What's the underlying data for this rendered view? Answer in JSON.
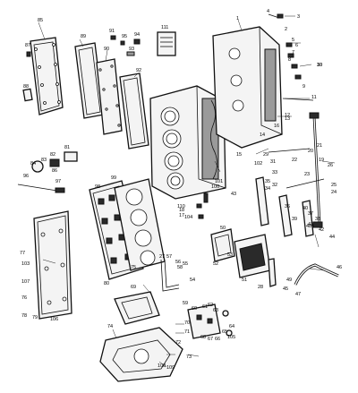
{
  "diagram": {
    "callouts": [
      {
        "id": "c1",
        "text": "1"
      },
      {
        "id": "c2",
        "text": "2"
      },
      {
        "id": "c3",
        "text": "3"
      },
      {
        "id": "c4",
        "text": "4"
      },
      {
        "id": "c5",
        "text": "5"
      },
      {
        "id": "c6",
        "text": "6"
      },
      {
        "id": "c7",
        "text": "7"
      },
      {
        "id": "c8",
        "text": "8"
      },
      {
        "id": "c9",
        "text": "9"
      },
      {
        "id": "c10",
        "text": "10"
      },
      {
        "id": "c11",
        "text": "11"
      },
      {
        "id": "c12",
        "text": "12"
      },
      {
        "id": "c13",
        "text": "13"
      },
      {
        "id": "c14",
        "text": "14"
      },
      {
        "id": "c15",
        "text": "15"
      },
      {
        "id": "c16",
        "text": "16"
      },
      {
        "id": "c17",
        "text": "17"
      },
      {
        "id": "c18",
        "text": "18"
      },
      {
        "id": "c19",
        "text": "19"
      },
      {
        "id": "c20",
        "text": "20"
      },
      {
        "id": "c21",
        "text": "21"
      },
      {
        "id": "c22",
        "text": "22"
      },
      {
        "id": "c23",
        "text": "23"
      },
      {
        "id": "c24",
        "text": "24"
      },
      {
        "id": "c25",
        "text": "25"
      },
      {
        "id": "c26",
        "text": "26"
      },
      {
        "id": "c27",
        "text": "27"
      },
      {
        "id": "c28",
        "text": "28"
      },
      {
        "id": "c29",
        "text": "29"
      },
      {
        "id": "c30",
        "text": "30"
      },
      {
        "id": "c31",
        "text": "31"
      },
      {
        "id": "c32",
        "text": "32"
      },
      {
        "id": "c33",
        "text": "33"
      },
      {
        "id": "c34",
        "text": "34"
      },
      {
        "id": "c35",
        "text": "35"
      },
      {
        "id": "c36",
        "text": "36"
      },
      {
        "id": "c37",
        "text": "37"
      },
      {
        "id": "c38",
        "text": "38"
      },
      {
        "id": "c39",
        "text": "39"
      },
      {
        "id": "c40",
        "text": "40"
      },
      {
        "id": "c41",
        "text": "41"
      },
      {
        "id": "c42",
        "text": "42"
      },
      {
        "id": "c43",
        "text": "43"
      },
      {
        "id": "c44",
        "text": "44"
      },
      {
        "id": "c45",
        "text": "45"
      },
      {
        "id": "c46",
        "text": "46"
      },
      {
        "id": "c47",
        "text": "47"
      },
      {
        "id": "c48",
        "text": "48"
      },
      {
        "id": "c49",
        "text": "49"
      },
      {
        "id": "c50",
        "text": "50"
      },
      {
        "id": "c51",
        "text": "51"
      },
      {
        "id": "c52",
        "text": "52"
      },
      {
        "id": "c53",
        "text": "53"
      },
      {
        "id": "c54",
        "text": "54"
      },
      {
        "id": "c55",
        "text": "55"
      },
      {
        "id": "c56",
        "text": "56"
      },
      {
        "id": "c57",
        "text": "57"
      },
      {
        "id": "c58",
        "text": "58"
      },
      {
        "id": "c59",
        "text": "59"
      },
      {
        "id": "c60",
        "text": "60"
      },
      {
        "id": "c61",
        "text": "61"
      },
      {
        "id": "c62",
        "text": "62"
      },
      {
        "id": "c63",
        "text": "63"
      },
      {
        "id": "c64",
        "text": "64"
      },
      {
        "id": "c65",
        "text": "65"
      },
      {
        "id": "c66",
        "text": "66"
      },
      {
        "id": "c67",
        "text": "67"
      },
      {
        "id": "c68",
        "text": "68"
      },
      {
        "id": "c69",
        "text": "69"
      },
      {
        "id": "c70",
        "text": "70"
      },
      {
        "id": "c71",
        "text": "71"
      },
      {
        "id": "c72",
        "text": "72"
      },
      {
        "id": "c73",
        "text": "73"
      },
      {
        "id": "c74",
        "text": "74"
      },
      {
        "id": "c75",
        "text": "75"
      },
      {
        "id": "c76",
        "text": "76"
      },
      {
        "id": "c77",
        "text": "77"
      },
      {
        "id": "c78",
        "text": "78"
      },
      {
        "id": "c79",
        "text": "79"
      },
      {
        "id": "c80",
        "text": "80"
      },
      {
        "id": "c81",
        "text": "81"
      },
      {
        "id": "c82",
        "text": "82"
      },
      {
        "id": "c83",
        "text": "83"
      },
      {
        "id": "c84",
        "text": "84"
      },
      {
        "id": "c85",
        "text": "85"
      },
      {
        "id": "c86",
        "text": "86"
      },
      {
        "id": "c87",
        "text": "87"
      },
      {
        "id": "c88",
        "text": "88"
      },
      {
        "id": "c89",
        "text": "89"
      },
      {
        "id": "c90",
        "text": "90"
      },
      {
        "id": "c91",
        "text": "91"
      },
      {
        "id": "c92",
        "text": "92"
      },
      {
        "id": "c93",
        "text": "93"
      },
      {
        "id": "c94",
        "text": "94"
      },
      {
        "id": "c95",
        "text": "95"
      },
      {
        "id": "c96",
        "text": "96"
      },
      {
        "id": "c97",
        "text": "97"
      },
      {
        "id": "c98",
        "text": "98"
      },
      {
        "id": "c99",
        "text": "99"
      },
      {
        "id": "c100",
        "text": "100"
      },
      {
        "id": "c101",
        "text": "101"
      },
      {
        "id": "c102",
        "text": "102"
      },
      {
        "id": "c103",
        "text": "103"
      },
      {
        "id": "c104",
        "text": "104"
      },
      {
        "id": "c105",
        "text": "105"
      },
      {
        "id": "c106",
        "text": "106"
      },
      {
        "id": "c107",
        "text": "107"
      },
      {
        "id": "c108",
        "text": "108"
      },
      {
        "id": "c109",
        "text": "109"
      },
      {
        "id": "c110",
        "text": "110"
      },
      {
        "id": "c111",
        "text": "111"
      }
    ]
  }
}
